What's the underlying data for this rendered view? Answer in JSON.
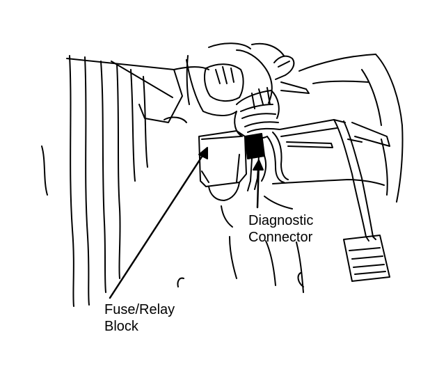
{
  "labels": {
    "diagnostic_connector": {
      "line1": "Diagnostic",
      "line2": "Connector"
    },
    "fuse_relay_block": {
      "line1": "Fuse/Relay",
      "line2": "Block"
    }
  },
  "colors": {
    "ink": "#000000",
    "paper": "#ffffff"
  }
}
